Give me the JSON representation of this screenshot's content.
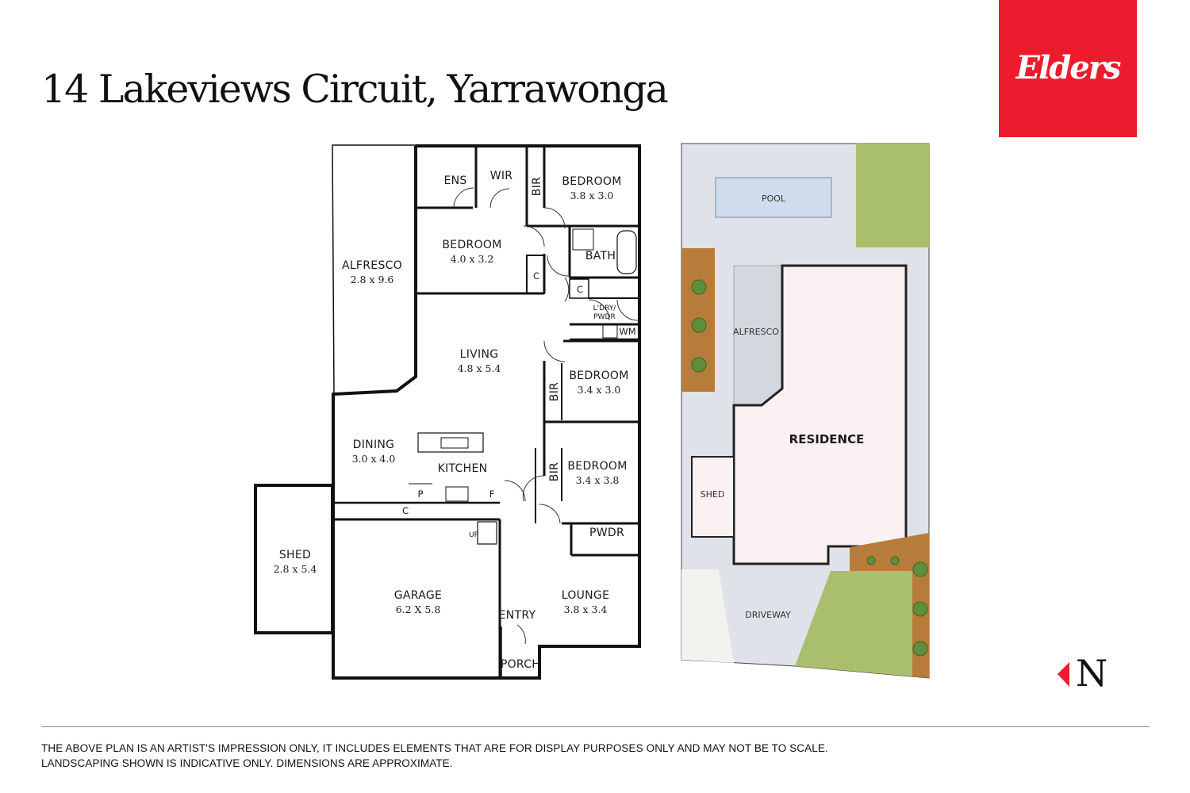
{
  "header": {
    "title": "14 Lakeviews Circuit, Yarrawonga",
    "logo_text": "Elders",
    "brand_color": "#ec1c2e"
  },
  "floorplan": {
    "rooms": [
      {
        "name": "ALFRESCO",
        "dims": "2.8 x 9.6"
      },
      {
        "name": "ENS"
      },
      {
        "name": "WIR"
      },
      {
        "name": "BIR"
      },
      {
        "name": "BEDROOM",
        "dims": "3.8 x 3.0"
      },
      {
        "name": "BEDROOM",
        "dims": "4.0 x 3.2"
      },
      {
        "name": "BATH"
      },
      {
        "name": "C"
      },
      {
        "name": "C"
      },
      {
        "name": "L'DRY/",
        "sub": "PWDR"
      },
      {
        "name": "WM"
      },
      {
        "name": "LIVING",
        "dims": "4.8 x 5.4"
      },
      {
        "name": "BEDROOM",
        "dims": "3.4 x 3.0"
      },
      {
        "name": "BIR"
      },
      {
        "name": "DINING",
        "dims": "3.0 x 4.0"
      },
      {
        "name": "KITCHEN"
      },
      {
        "name": "BEDROOM",
        "dims": "3.4 x 3.8"
      },
      {
        "name": "BIR"
      },
      {
        "name": "P"
      },
      {
        "name": "F"
      },
      {
        "name": "C"
      },
      {
        "name": "PWDR"
      },
      {
        "name": "UP"
      },
      {
        "name": "SHED",
        "dims": "2.8 x 5.4"
      },
      {
        "name": "GARAGE",
        "dims": "6.2 X 5.8"
      },
      {
        "name": "ENTRY"
      },
      {
        "name": "LOUNGE",
        "dims": "3.8 x 3.4"
      },
      {
        "name": "PORCH"
      }
    ]
  },
  "siteplan": {
    "labels": {
      "pool": "POOL",
      "alfresco": "ALFRESCO",
      "residence": "RESIDENCE",
      "shed": "SHED",
      "driveway": "DRIVEWAY"
    },
    "colors": {
      "paving": "#dfe2e8",
      "lawn": "#a9bf6e",
      "pool": "#cfdcee",
      "garden_bed": "#b77c3a",
      "residence": "#fbf1f3"
    }
  },
  "compass": {
    "label": "N"
  },
  "disclaimer": {
    "line1": "THE ABOVE PLAN IS AN ARTIST'S IMPRESSION ONLY, IT INCLUDES ELEMENTS THAT ARE FOR DISPLAY PURPOSES ONLY AND MAY NOT BE TO SCALE.",
    "line2": "LANDSCAPING SHOWN IS INDICATIVE ONLY. DIMENSIONS ARE APPROXIMATE."
  }
}
